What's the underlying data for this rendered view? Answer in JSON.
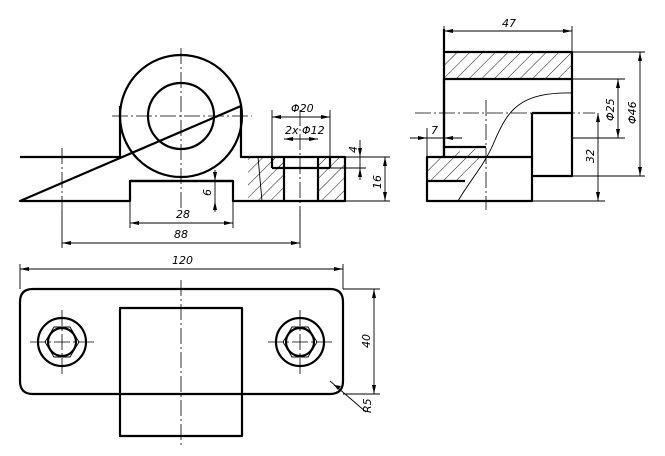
{
  "dimensions": {
    "d_phi20": "Φ20",
    "d_2xphi12": "2x Φ12",
    "d_4": "4",
    "d_16": "16",
    "d_6": "6",
    "d_28": "28",
    "d_88": "88",
    "d_47": "47",
    "d_phi25": "Φ25",
    "d_phi46": "Φ46",
    "d_7": "7",
    "d_32": "32",
    "d_120": "120",
    "d_40": "40",
    "d_r5": "R5"
  }
}
